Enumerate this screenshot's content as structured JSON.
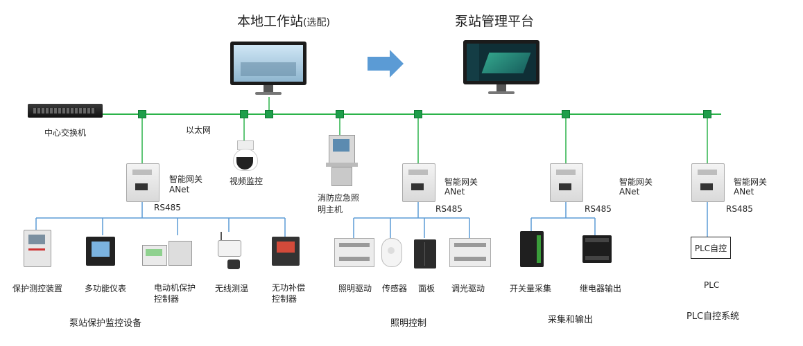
{
  "titles": {
    "local_station": "本地工作站",
    "local_station_note": "(选配)",
    "platform": "泵站管理平台"
  },
  "network": {
    "switch_label": "中心交换机",
    "ethernet_label": "以太网",
    "camera_label": "视频监控",
    "fire_host_line1": "消防应急照",
    "fire_host_line2": "明主机"
  },
  "gateways": [
    {
      "name": "智能网关",
      "model": "ANet",
      "bus": "RS485"
    },
    {
      "name": "智能网关",
      "model": "ANet",
      "bus": "RS485"
    },
    {
      "name": "智能网关",
      "model": "ANet",
      "bus": "RS485"
    },
    {
      "name": "智能网关",
      "model": "ANet",
      "bus": "RS485"
    }
  ],
  "groups": {
    "protection": {
      "title": "泵站保护监控设备",
      "devices": [
        "保护测控装置",
        "多功能仪表",
        "电动机保护",
        "控制器",
        "无线测温",
        "无功补偿",
        "控制器"
      ]
    },
    "lighting": {
      "title": "照明控制",
      "devices": [
        "照明驱动",
        "传感器",
        "面板",
        "调光驱动"
      ]
    },
    "io": {
      "title": "采集和输出",
      "devices": [
        "开关量采集",
        "继电器输出"
      ]
    },
    "plc": {
      "title": "PLC自控系统",
      "box": "PLC自控",
      "label": "PLC"
    }
  },
  "colors": {
    "ethernet": "#2cb34a",
    "rs485": "#5b9bd5",
    "node": "#1e9e4a",
    "arrow": "#5b9bd5"
  }
}
